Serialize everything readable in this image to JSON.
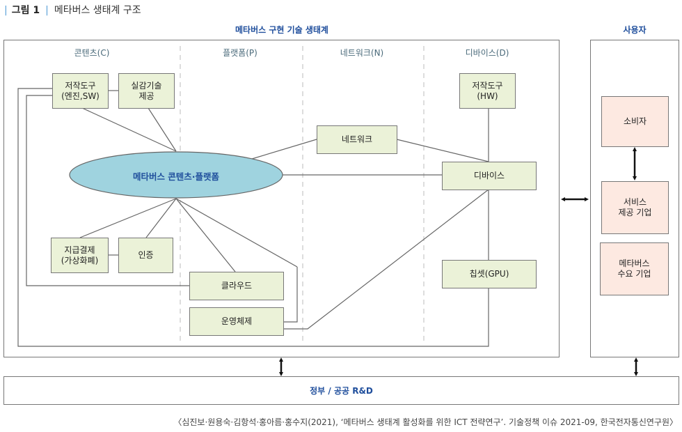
{
  "figure": {
    "label": "그림 1",
    "title": "메타버스 생태계 구조"
  },
  "sections": {
    "ecosystem_title": "메타버스 구현 기술 생태계",
    "users_title": "사용자"
  },
  "columns": [
    {
      "label": "콘텐츠(C)"
    },
    {
      "label": "플랫폼(P)"
    },
    {
      "label": "네트워크(N)"
    },
    {
      "label": "디바이스(D)"
    }
  ],
  "hub": {
    "label": "메타버스 콘텐츠·플랫폼"
  },
  "nodes": {
    "authoring_sw": "저작도구\n(엔진,SW)",
    "immersive_tech": "실감기술\n제공",
    "authoring_hw": "저작도구\n(HW)",
    "network": "네트워크",
    "device": "디바이스",
    "chipset": "칩셋(GPU)",
    "payment": "지급결제\n(가상화폐)",
    "auth": "인증",
    "cloud": "클라우드",
    "os": "운영체제"
  },
  "users": {
    "consumer": "소비자",
    "service_provider": "서비스\n제공 기업",
    "demand_company": "메타버스\n수요 기업"
  },
  "bottom": {
    "label": "정부 / 공공 R&D"
  },
  "source": "〈심진보·원용숙·김항석·홍아름·홍수지(2021), ‘메타버스 생태계 활성화를 위한 ICT 전략연구’. 기술정책 이슈 2021-09, 한국전자통신연구원〉",
  "colors": {
    "node_fill": "#ebf2d8",
    "user_fill": "#fde9e1",
    "hub_fill": "#9fd3df",
    "accent_text": "#1f4e9c"
  }
}
